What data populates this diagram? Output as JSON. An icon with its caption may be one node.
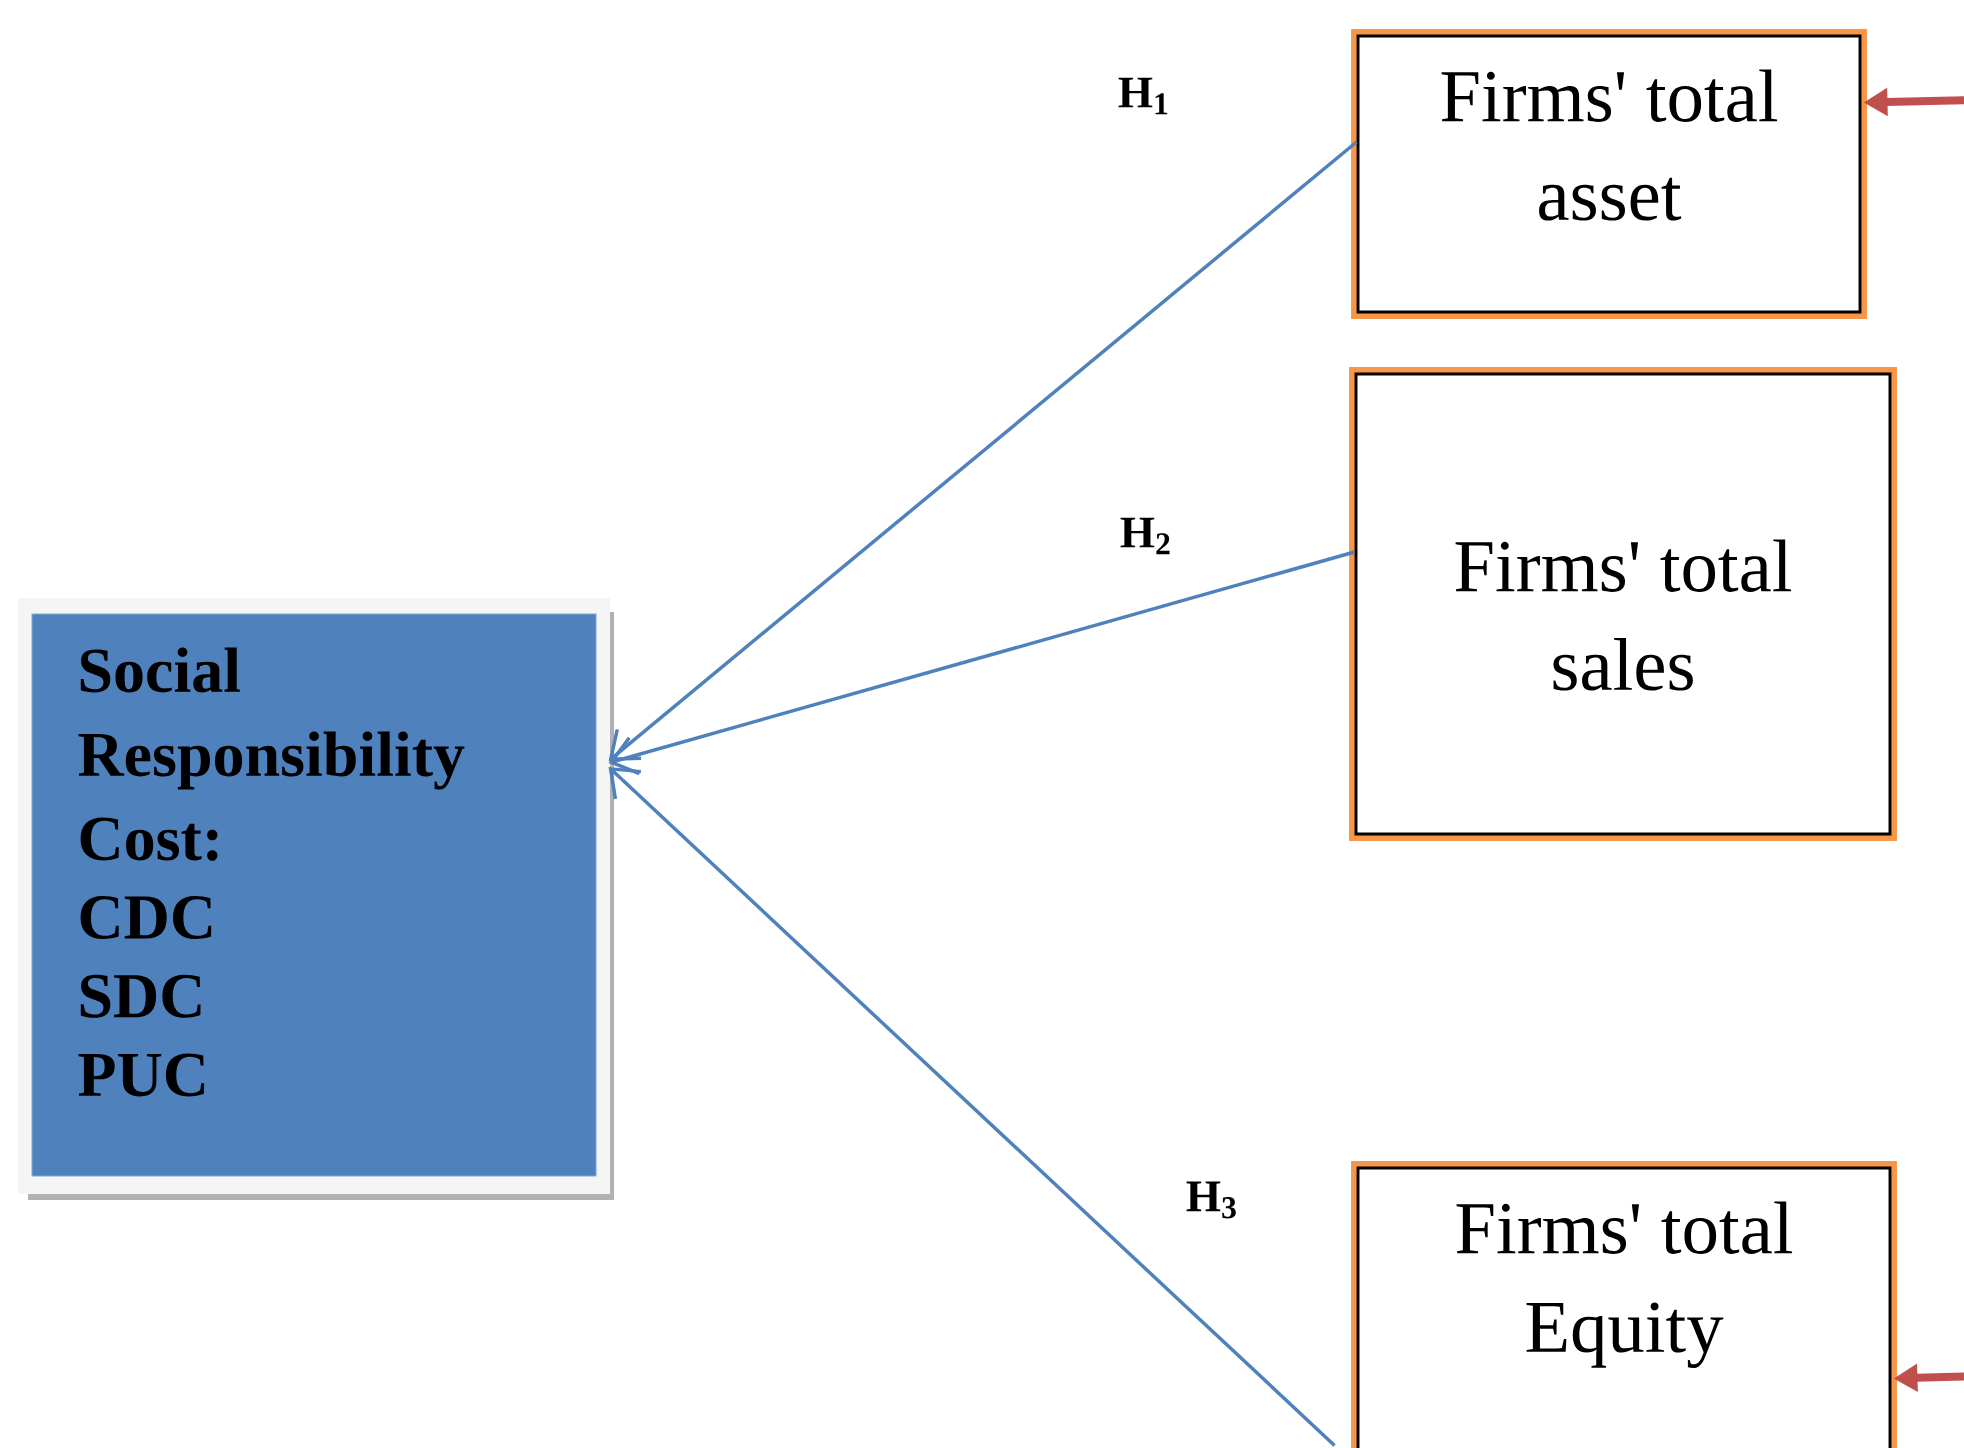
{
  "diagram": {
    "nodes": [
      {
        "text": [
          "**Social Responsibility Cost**:",
          "CDC",
          "SDC",
          "PUC"
        ]
      },
      {
        "text": [
          "Firms' total asset"
        ]
      },
      {
        "text": [
          "Firms' total sales"
        ]
      },
      {
        "text": [
          "Firms' total Equity"
        ]
      }
    ],
    "edges": [
      {
        "from": 1,
        "to": 0,
        "arrow": "to",
        "label": "H$_{1}$"
      },
      {
        "from": 2,
        "to": 0,
        "arrow": "to",
        "label": "H$_{2}$"
      },
      {
        "from": 3,
        "to": 0,
        "arrow": "to",
        "label": "H$_{3}$"
      },
      {
        "from": null,
        "to": 1,
        "arrow": "to",
        "style": "thick",
        "color": "#c0504d"
      },
      {
        "from": null,
        "to": 3,
        "arrow": "to",
        "style": "thick",
        "color": "#c0504d"
      }
    ]
  }
}
